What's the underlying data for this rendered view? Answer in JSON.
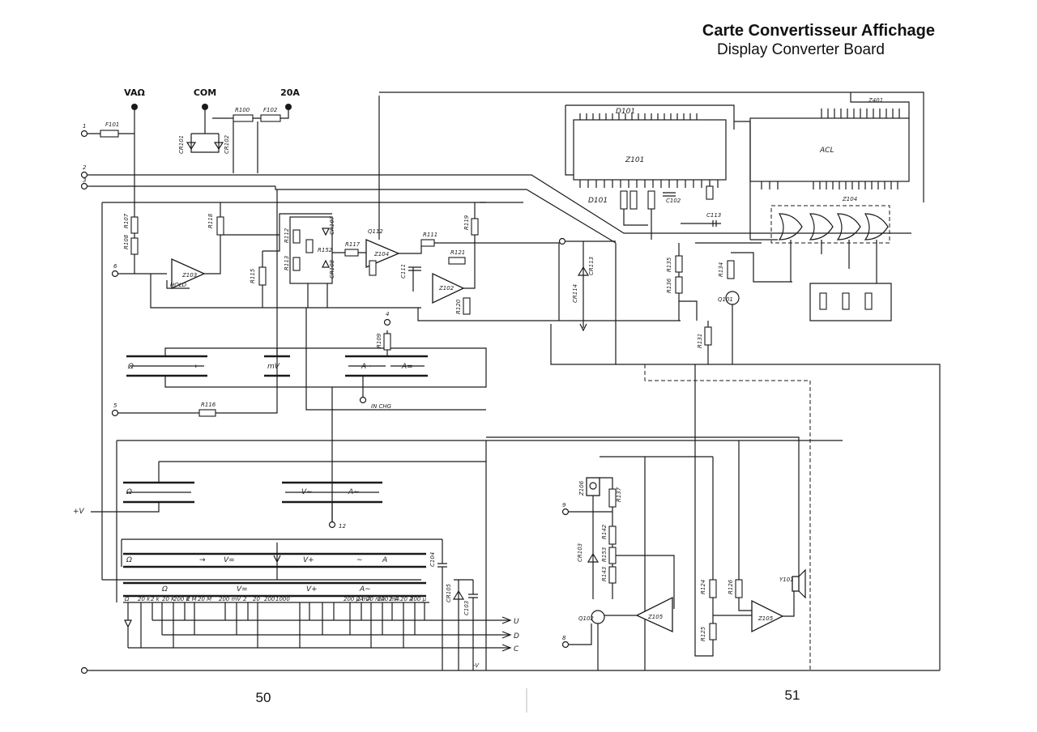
{
  "header": {
    "title_fr": "Carte Convertisseur Affichage",
    "title_en": "Display Converter Board"
  },
  "terminals": {
    "va_ohm": "VAΩ",
    "com": "COM",
    "amps_20": "20A",
    "t1": "1",
    "t2": "2",
    "t3": "3",
    "t4": "4",
    "t5": "5",
    "t6": "6",
    "v_plus": "+V",
    "t12": "12",
    "t8": "8",
    "t9": "9",
    "u": "U",
    "d": "D",
    "c": "C",
    "hold": "HOLD",
    "in_chg": "IN CHG",
    "minus_v": "-V"
  },
  "components": {
    "f101": "F101",
    "f102": "F102",
    "r100": "R100",
    "cr101": "CR101",
    "cr102": "CR102",
    "r107": "R107",
    "r108": "R108",
    "r118": "R118",
    "r115": "R115",
    "r116": "R116",
    "r109": "R109",
    "r117": "R117",
    "r111": "R111",
    "r121": "R121",
    "r119": "R119",
    "r120": "R120",
    "r112": "R112",
    "r113": "R113",
    "r152": "R152",
    "z103": "Z103",
    "z104": "Z104",
    "z102": "Z102",
    "q112": "Q112",
    "c111": "C111",
    "cr107": "CR107",
    "cr108": "CR108",
    "cr113": "CR113",
    "cr114": "CR114",
    "d101": "D101",
    "z101_chip": "Z101",
    "z401": "Z401",
    "lcd": "ACL",
    "z104_gates": "Z104",
    "r135": "R135",
    "r136": "R136",
    "r134": "R134",
    "r131": "R131",
    "c113": "C113",
    "c102": "C102",
    "q101": "Q101",
    "z106": "Z106",
    "r137": "R137",
    "r142": "R142",
    "r153": "R153",
    "r143": "R143",
    "cr103": "CR103",
    "q102": "Q102",
    "z105a": "Z105",
    "z105b": "Z105",
    "r124": "R124",
    "r125": "R125",
    "r126": "R126",
    "y101": "Y101",
    "c104": "C104",
    "cr105": "CR105",
    "c103": "C103"
  },
  "switches": {
    "row1": [
      "Ω",
      "→",
      "mV",
      "A∼",
      "A="
    ],
    "row2": [
      "Ω",
      "V∼",
      "A∼"
    ],
    "row3": [
      "Ω",
      "→",
      "V=",
      "V+",
      "∼",
      "A"
    ],
    "row4": [
      "Ω",
      "V=",
      "V+",
      "A∼"
    ]
  },
  "range_labels": [
    "Ω",
    "20 k",
    "2 k",
    "20 K",
    "200 K",
    "2 M",
    "20 M",
    "200 mV",
    "2",
    "20",
    "200",
    "1000",
    "200 µA",
    "2 mA",
    "20 mA",
    "200 mA",
    "2 A",
    "20 A",
    "200 µ"
  ],
  "pages": {
    "left": "50",
    "right": "51"
  }
}
